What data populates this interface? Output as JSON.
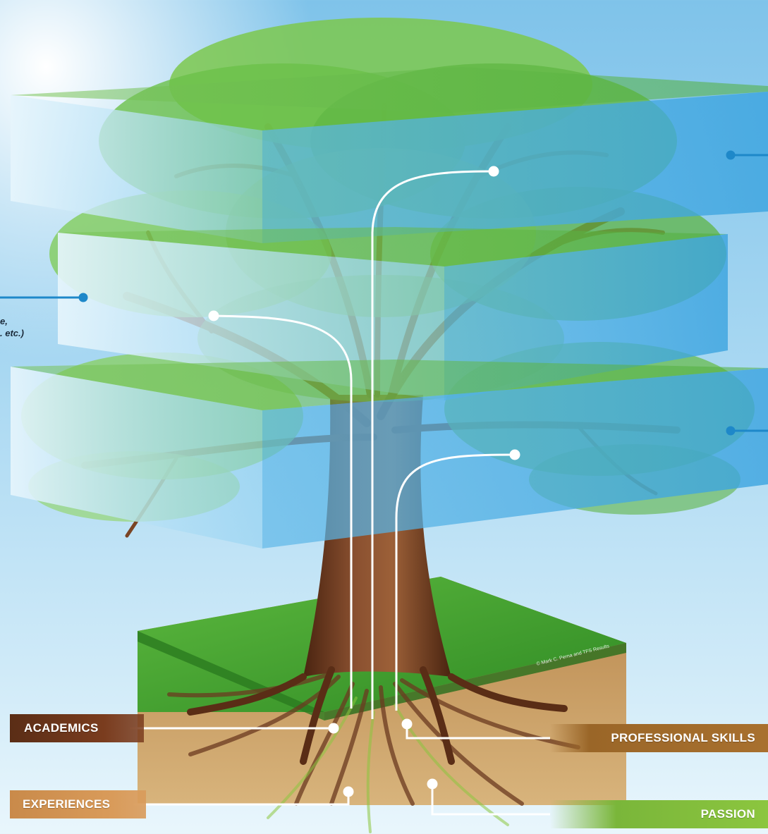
{
  "labels": {
    "academics": "ACADEMICS",
    "experiences": "EXPERIENCES",
    "professional_skills": "PROFESSIONAL SKILLS",
    "passion": "PASSION"
  },
  "partial_text": {
    "line_1": "e,",
    "line_2": ". etc.)"
  },
  "copyright": "© Mark C. Perna and TFS Results",
  "colors": {
    "sky": "#7fc3ea",
    "foliage": "#6cc04a",
    "trunk": "#6b3a20",
    "grass": "#3f9a2e",
    "soil": "#c89a5c",
    "pointer": "#1e88c9",
    "academics": "#6a3319",
    "experiences": "#d4954f",
    "professional_skills": "#a26b2c",
    "passion": "#84c03e"
  }
}
